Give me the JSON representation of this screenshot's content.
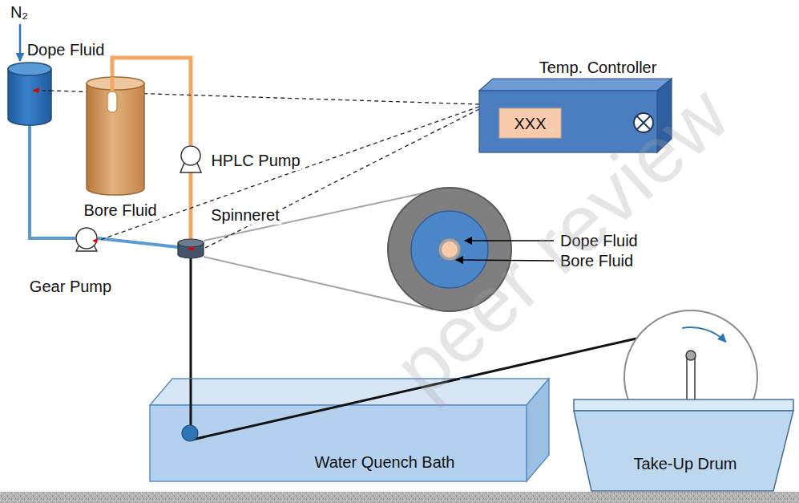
{
  "diagram": {
    "nodes": [
      {
        "text": [
          "Dope Fluid"
        ]
      },
      {
        "text": [
          "Bore Fluid"
        ]
      },
      {
        "text": [
          "HPLC Pump"
        ]
      },
      {
        "text": [
          "Gear Pump"
        ]
      },
      {
        "text": [
          "Spinneret"
        ]
      },
      {
        "text": [
          "Temp. Controller"
        ]
      },
      {
        "text": [
          "XXX"
        ],
        "in": 5
      },
      {
        "text": [
          "Water Quench Bath"
        ]
      },
      {
        "text": [
          "Take-Up Drum"
        ]
      }
    ],
    "edges": [
      {
        "from": 0,
        "to": 3,
        "arrow": "none"
      },
      {
        "from": 3,
        "to": 4,
        "arrow": "none"
      },
      {
        "from": 1,
        "to": 2,
        "arrow": "none"
      },
      {
        "from": 2,
        "to": 4,
        "arrow": "none"
      },
      {
        "from": 5,
        "to": 0,
        "arrow": "none"
      },
      {
        "from": 5,
        "to": 3,
        "arrow": "none"
      },
      {
        "from": 5,
        "to": 4,
        "arrow": "none"
      },
      {
        "from": 4,
        "to": 7,
        "arrow": "none"
      },
      {
        "from": 7,
        "to": 8,
        "arrow": "none"
      }
    ],
    "labels": [
      "N₂",
      "Dope Fluid",
      "Bore Fluid",
      "peer review"
    ]
  }
}
